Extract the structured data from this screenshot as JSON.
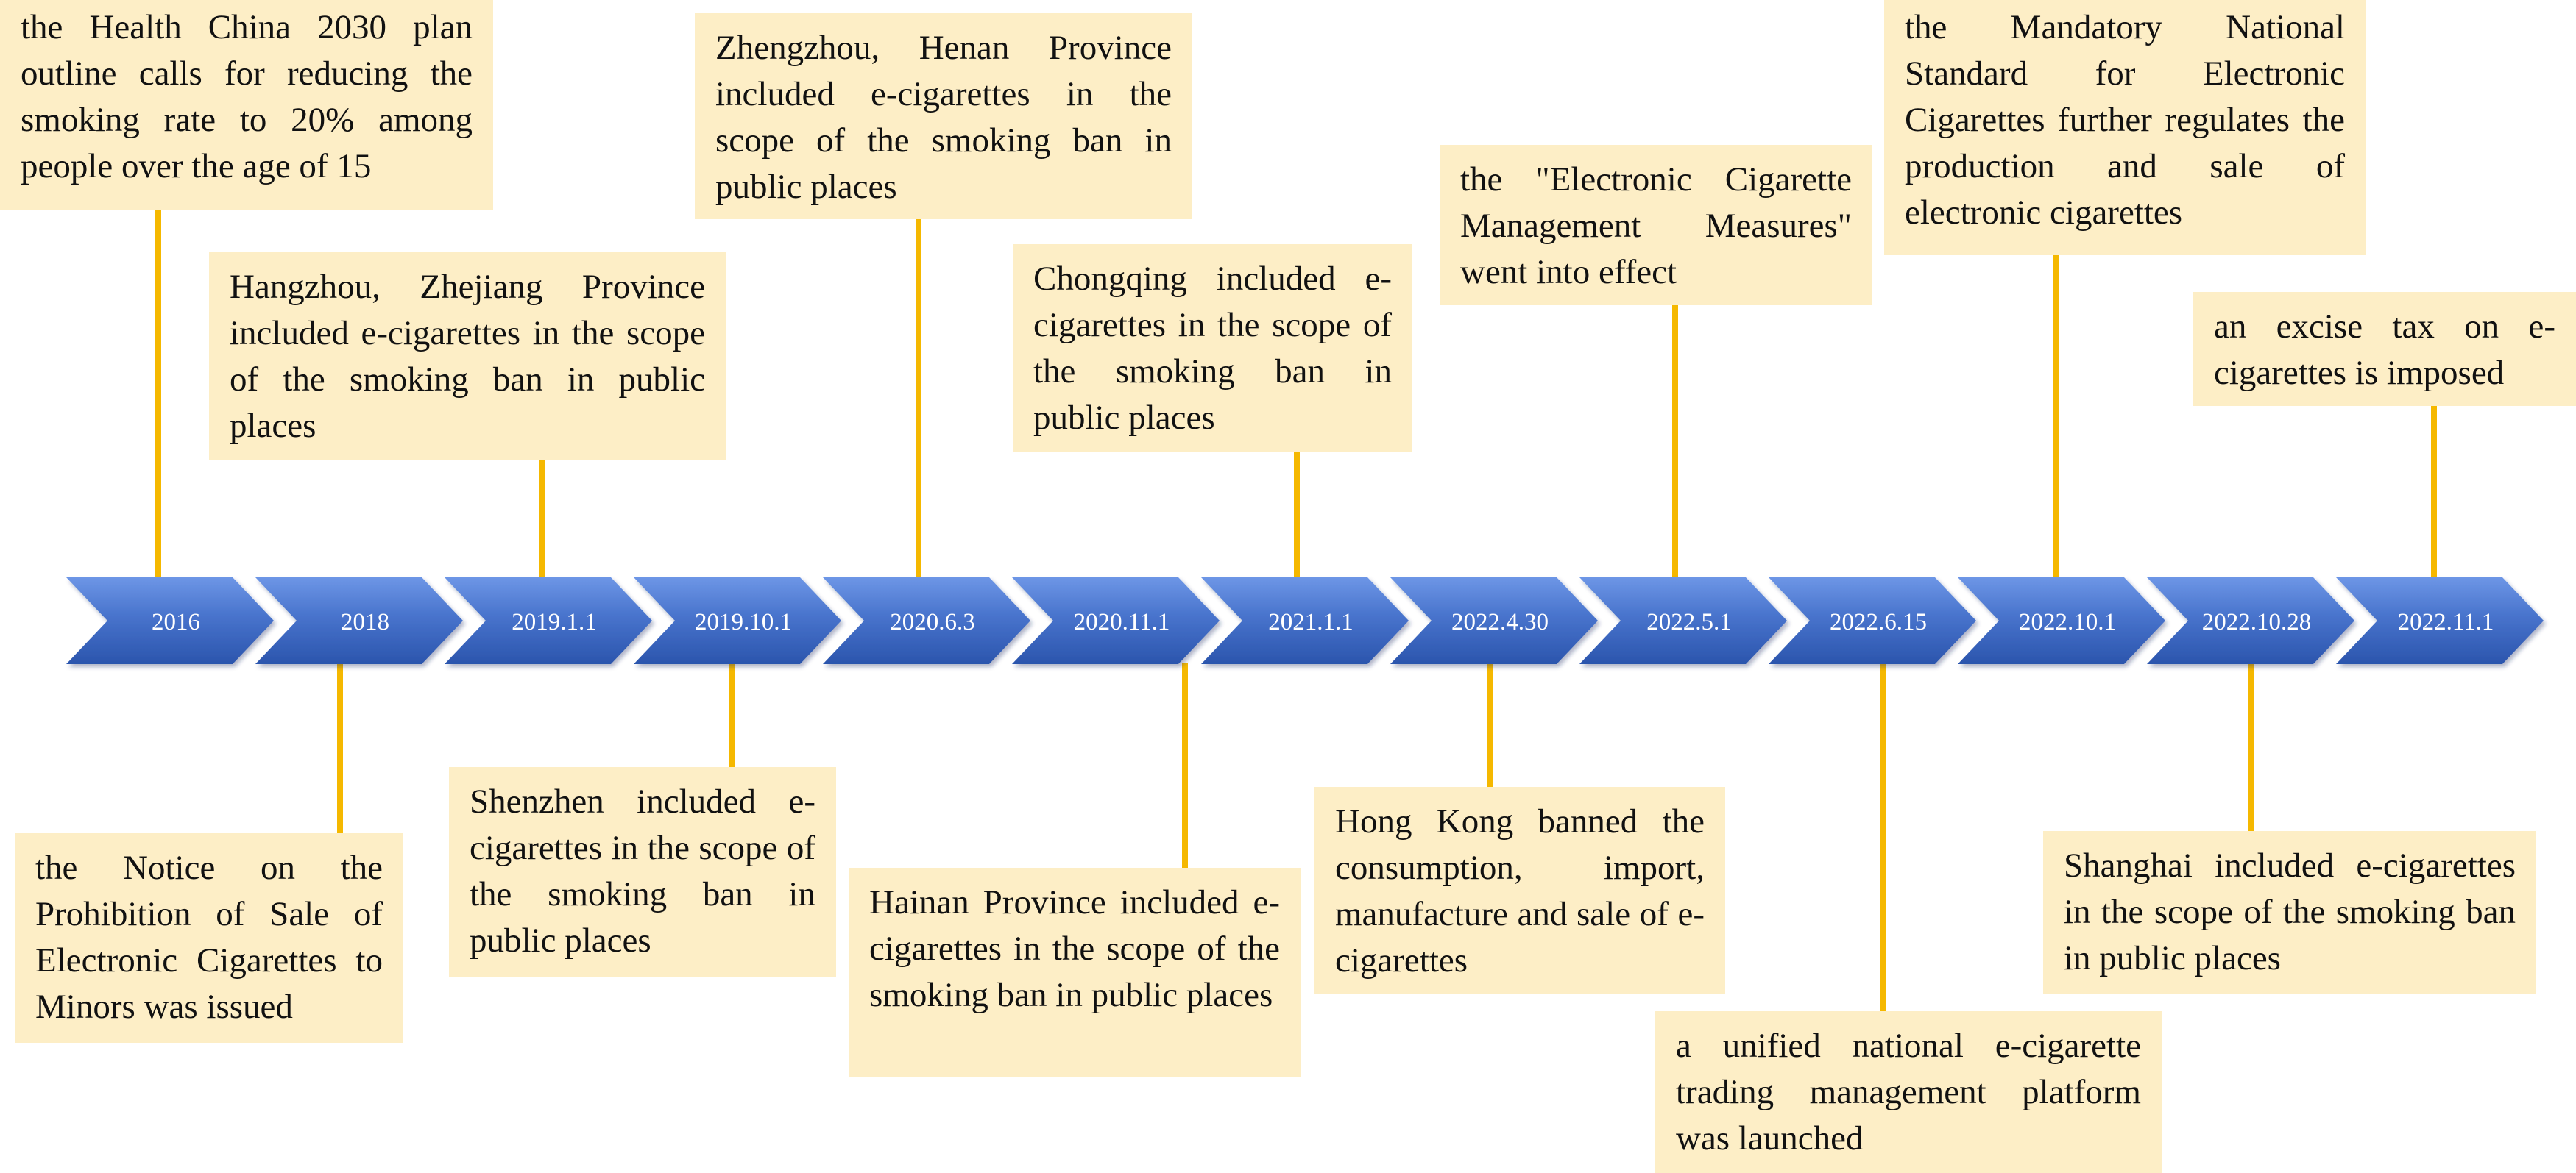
{
  "colors": {
    "arrow_fill_top": "#5b87dc",
    "arrow_fill_bottom": "#2f5bb5",
    "connector": "#f5b800",
    "box_fill": "#fdeec6",
    "arrow_text": "#ffffff"
  },
  "timeline": {
    "dates": [
      "2016",
      "2018",
      "2019.1.1",
      "2019.10.1",
      "2020.6.3",
      "2020.11.1",
      "2021.1.1",
      "2022.4.30",
      "2022.5.1",
      "2022.6.15",
      "2022.10.1",
      "2022.10.28",
      "2022.11.1"
    ]
  },
  "events_above": [
    {
      "date": "2016",
      "text": "the Health China 2030 plan outline calls for reducing the smoking rate to 20% among people over the age of 15"
    },
    {
      "date": "2019.1.1",
      "text": "Hangzhou, Zhejiang Province included e-cigarettes in the scope of the smoking ban in public places"
    },
    {
      "date": "2020.6.3",
      "text": "Zhengzhou, Henan Province included e-cigarettes in the scope of the smoking ban in public places"
    },
    {
      "date": "2021.1.1",
      "text": "Chongqing included e-cigarettes in the scope of the smoking ban in public places"
    },
    {
      "date": "2022.5.1",
      "text": "the \"Electronic Cigarette Management Measures\" went into effect"
    },
    {
      "date": "2022.10.1",
      "text": "the Mandatory National Standard for Electronic Cigarettes further regulates the production and sale of electronic cigarettes"
    },
    {
      "date": "2022.11.1",
      "text": "an excise tax on e-cigarettes is imposed"
    }
  ],
  "events_below": [
    {
      "date": "2018",
      "text": "the Notice on the Prohibition of Sale of Electronic Cigarettes to Minors was issued"
    },
    {
      "date": "2019.10.1",
      "text": "Shenzhen included e-cigarettes in the scope of the smoking ban in public places"
    },
    {
      "date": "2020.11.1",
      "text": "Hainan Province included e-cigarettes in the scope of the smoking ban in public places"
    },
    {
      "date": "2022.4.30",
      "text": "Hong Kong banned the consumption, import, manufacture and sale of e-cigarettes"
    },
    {
      "date": "2022.6.15",
      "text": "a unified national e-cigarette trading management platform was launched"
    },
    {
      "date": "2022.10.28",
      "text": "Shanghai included e-cigarettes in the scope of the smoking ban in public places"
    }
  ]
}
